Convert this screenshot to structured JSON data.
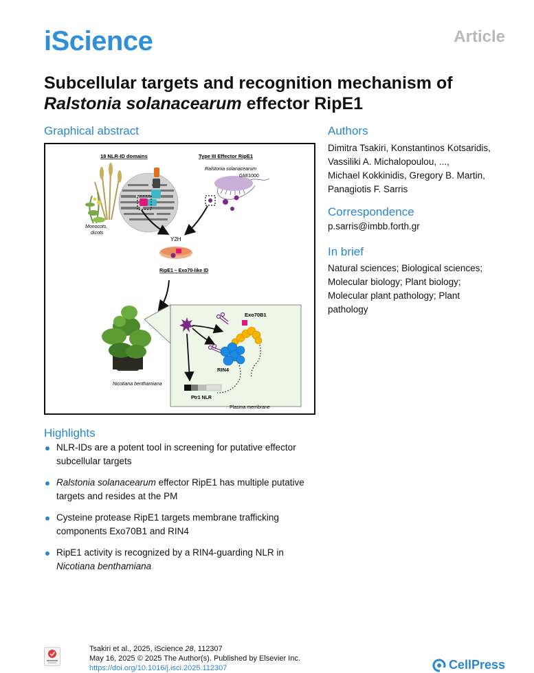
{
  "header": {
    "journal": "iScience",
    "article_type": "Article"
  },
  "title": {
    "line1": "Subcellular targets and recognition mechanism of",
    "line2_italic": "Ralstonia solanacearum",
    "line2_rest": " effector RipE1"
  },
  "graphical_abstract": {
    "heading": "Graphical abstract",
    "labels": {
      "nlr_domains": "18 NLR-ID domains",
      "effector": "Type III Effector RipE1",
      "species": "Ralstonia solanacearum",
      "strain": "GMI1000",
      "monocots": "Monocots,",
      "dicots": "dicots",
      "y2h": "Y2H",
      "interaction": "RipE1 – Exo70-like ID",
      "exo70b1": "Exo70B1",
      "rin4": "RIN4",
      "plant": "Nicotiana benthamiana",
      "ptr1": "Ptr1 NLR",
      "membrane": "Plasma membrane"
    }
  },
  "authors": {
    "heading": "Authors",
    "lines": [
      "Dimitra Tsakiri, Konstantinos Kotsaridis,",
      "Vassiliki A. Michalopoulou, ...,",
      "Michael Kokkinidis, Gregory B. Martin,",
      "Panagiotis F. Sarris"
    ]
  },
  "correspondence": {
    "heading": "Correspondence",
    "email": "p.sarris@imbb.forth.gr"
  },
  "in_brief": {
    "heading": "In brief",
    "lines": [
      "Natural sciences; Biological sciences;",
      "Molecular biology; Plant biology;",
      "Molecular plant pathology; Plant",
      "pathology"
    ]
  },
  "highlights": {
    "heading": "Highlights",
    "items": [
      {
        "line1": "NLR-IDs are a potent tool in screening for putative effector",
        "line2": "subcellular targets"
      },
      {
        "line1_italic": "Ralstonia solanacearum",
        "line1_rest": " effector RipE1 has multiple putative",
        "line2": "targets and resides at the PM"
      },
      {
        "line1": "Cysteine protease RipE1 targets membrane trafficking",
        "line2": "components Exo70B1 and RIN4"
      },
      {
        "line1": "RipE1 activity is recognized by a RIN4-guarding NLR in",
        "line2_italic": "Nicotiana benthamiana"
      }
    ]
  },
  "footer": {
    "citation_prefix": "Tsakiri et al., 2025, iScience ",
    "citation_volume": "28",
    "citation_suffix": ", 112307",
    "date_line": "May 16, 2025 © 2025 The Author(s). Published by Elsevier Inc.",
    "doi": "https://doi.org/10.1016/j.isci.2025.112307",
    "badge_text": "Check for updates"
  },
  "publisher": "CellPress",
  "colors": {
    "accent": "#2a86d0",
    "logo": "#2f8fd8",
    "muted": "#b8b8b8"
  }
}
